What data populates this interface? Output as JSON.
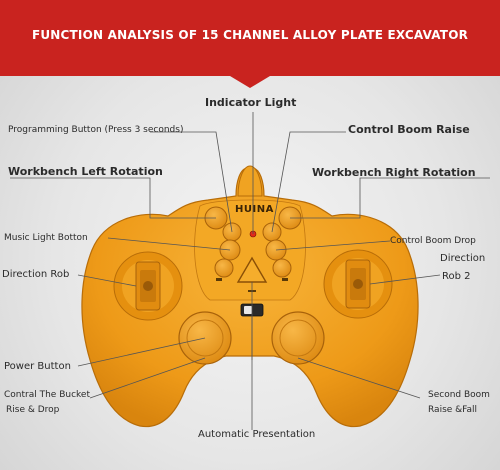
{
  "banner": {
    "title": "FUNCTION ANALYSIS OF 15 CHANNEL ALLOY PLATE EXCAVATOR",
    "color": "#c9231f"
  },
  "device": {
    "body_color": "#f2a11c",
    "logo_text": "HUINA"
  },
  "labels": {
    "indicator_light": "Indicator Light",
    "programming_button": "Programming Button (Press 3 seconds)",
    "control_boom_raise": "Control Boom Raise",
    "workbench_left_rotation": "Workbench Left Rotation",
    "workbench_right_rotation": "Workbench Right Rotation",
    "music_light_button": "Music Light Botton",
    "control_boom_drop": "Control Boom Drop",
    "direction_rob": "Direction Rob",
    "direction_rob2_line1": "Direction",
    "direction_rob2_line2": "Rob 2",
    "power_button": "Power Button",
    "bucket_line1": "Contral The Bucket",
    "bucket_line2": "Rise & Drop",
    "second_boom_line1": "Second Boom",
    "second_boom_line2": "Raise &Fall",
    "automatic_presentation": "Automatic Presentation"
  }
}
